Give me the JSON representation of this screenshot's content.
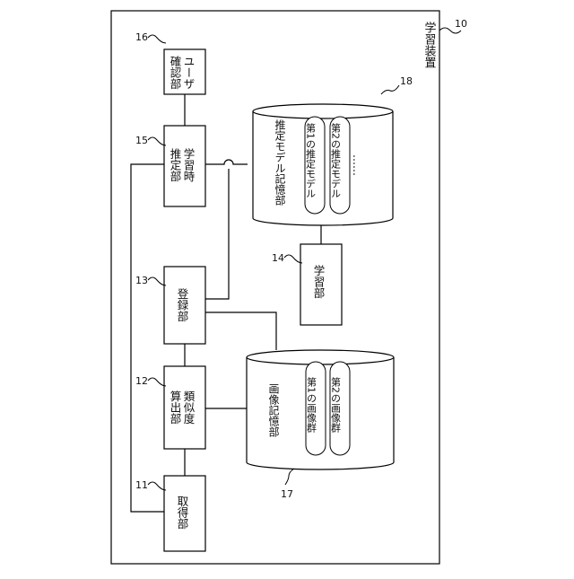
{
  "device": {
    "label": "学習装置",
    "ref": "10"
  },
  "units": {
    "acquisition": {
      "label": "取得部",
      "ref": "11"
    },
    "similarity": {
      "line1": "類似度",
      "line2": "算出部",
      "ref": "12"
    },
    "registration": {
      "label": "登録部",
      "ref": "13"
    },
    "learning": {
      "label": "学習部",
      "ref": "14"
    },
    "estimation": {
      "line1": "学習時",
      "line2": "推定部",
      "ref": "15"
    },
    "user_check": {
      "line1": "ユーザ",
      "line2": "確認部",
      "ref": "16"
    }
  },
  "image_storage": {
    "label": "画像記憶部",
    "ref": "17",
    "items": [
      "第1の画像群",
      "第2の画像群"
    ]
  },
  "model_storage": {
    "label": "推定モデル記憶部",
    "ref": "18",
    "items": [
      "第1の推定モデル",
      "第2の推定モデル"
    ],
    "ellipsis": "……"
  }
}
